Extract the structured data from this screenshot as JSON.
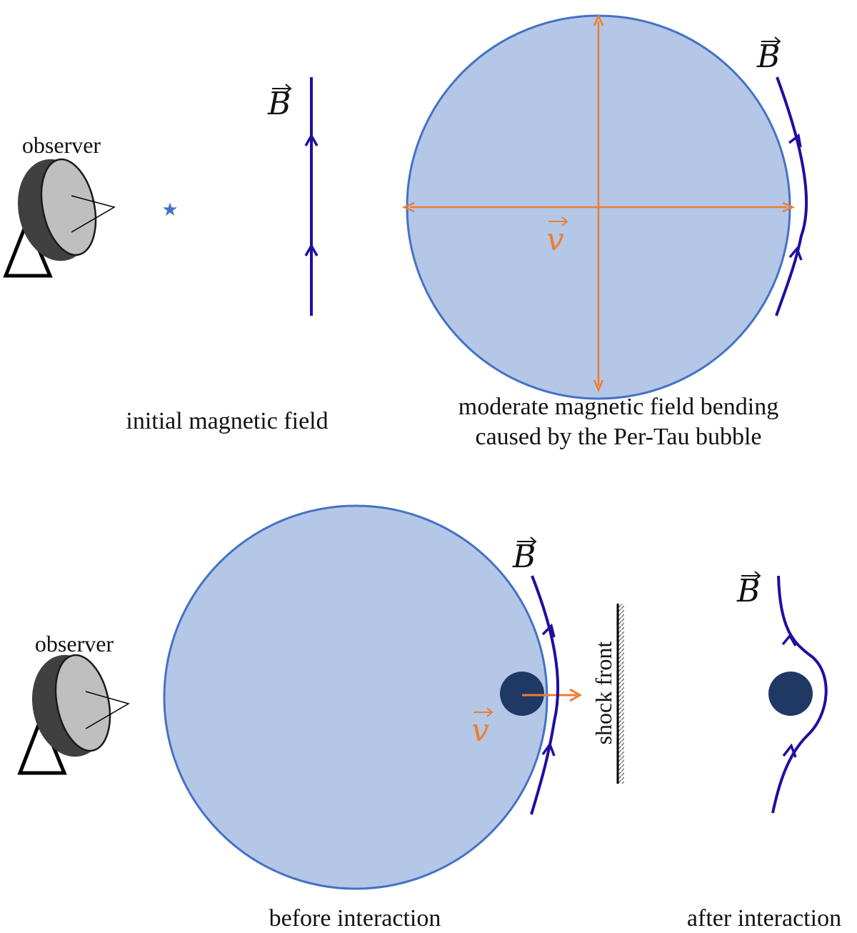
{
  "labels": {
    "observer_top": "observer",
    "observer_bottom": "observer",
    "b_vector": "B",
    "v_vector": "v",
    "caption_initial": "initial magnetic field",
    "caption_bending_line1": "moderate magnetic field bending",
    "caption_bending_line2": "caused by the Per-Tau bubble",
    "caption_before": "before interaction",
    "caption_after": "after interaction",
    "shock_front": "shock front"
  },
  "colors": {
    "bubble_fill": "#B4C7E7",
    "bubble_stroke": "#4472C4",
    "field_line": "#1F0FA0",
    "velocity": "#ED7D31",
    "cloud": "#203864",
    "star": "#4472C4",
    "dish_dark": "#404040",
    "dish_light": "#BFBFBF"
  },
  "icons": {
    "observer": "radio-telescope-icon",
    "star": "star-icon"
  }
}
